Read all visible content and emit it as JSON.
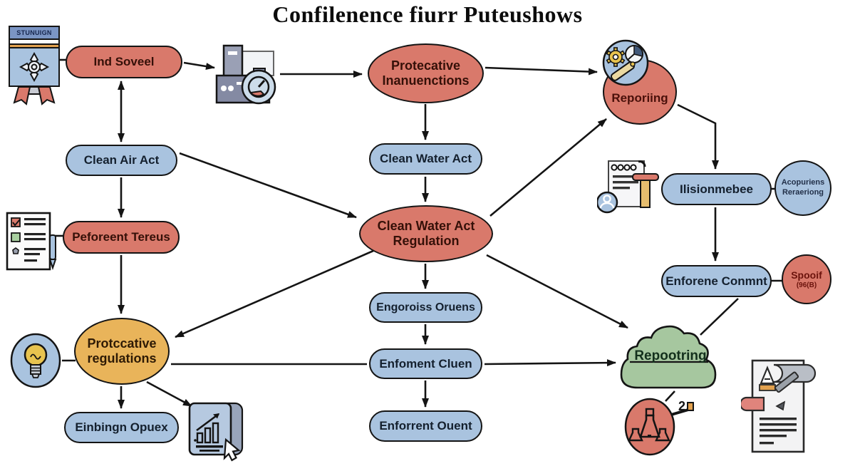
{
  "title": "Confilenence fiurr Puteushows",
  "colors": {
    "node_red": "#D9796B",
    "node_blue": "#A9C3DF",
    "node_orange": "#E9B45A",
    "cloud_green": "#A6C79F",
    "stroke": "#141414"
  },
  "nodes": {
    "badge": {
      "label": "STUNUIGN"
    },
    "ind_soveel": {
      "label": "Ind Soveel"
    },
    "protecative_inanuenctions": {
      "label": "Protecative\nInanuenctions"
    },
    "reporing": {
      "label": "Reporiing"
    },
    "clean_air_act": {
      "label": "Clean Air Act"
    },
    "clean_water_act": {
      "label": "Clean Water Act"
    },
    "peforeent_tereus": {
      "label": "Peforeent Tereus"
    },
    "clean_water_act_regulation": {
      "label": "Clean Water Act\nRegulation"
    },
    "ilisionmebee": {
      "label": "Ilisionmebee"
    },
    "acopuriens_reraeriong": {
      "label": "Acopuriens\nReraeriong"
    },
    "engoroiss_oruens": {
      "label": "Engoroiss Oruens"
    },
    "enforene_conmnt": {
      "label": "Enforene Conmnt"
    },
    "spooif": {
      "label": "Spooif",
      "sublabel": "(96(B)"
    },
    "protccative_regulations": {
      "label": "Protccative\nregulations"
    },
    "enfoment_cluen": {
      "label": "Enfoment Cluen"
    },
    "repootring": {
      "label": "Repootring"
    },
    "einbingn_opuex": {
      "label": "Einbingn Opuex"
    },
    "enforrent_ouent": {
      "label": "Enforrent Ouent"
    },
    "flask_count": {
      "label": "2"
    }
  }
}
